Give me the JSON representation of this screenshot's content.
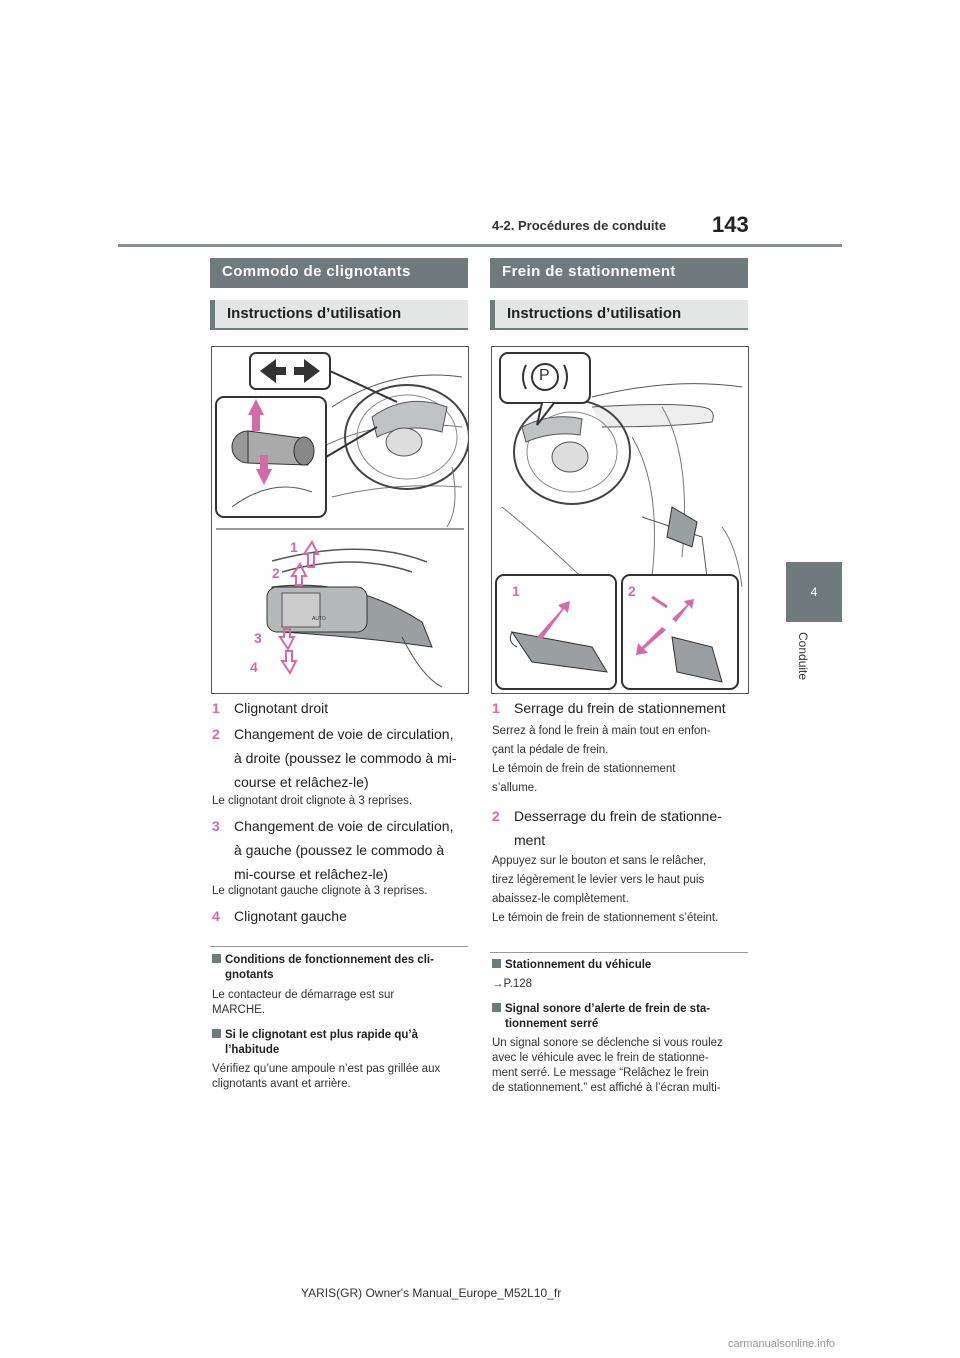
{
  "header": {
    "section": "4-2. Procédures de conduite",
    "page_number": "143"
  },
  "side_tab": {
    "number": "4",
    "label": "Conduite"
  },
  "left": {
    "title": "Commodo de clignotants",
    "subtitle": "Instructions d’utilisation",
    "figure_labels": [
      "1",
      "2",
      "3",
      "4"
    ],
    "steps": [
      {
        "num": "1",
        "lines": [
          "Clignotant droit"
        ]
      },
      {
        "num": "2",
        "lines": [
          "Changement de voie de circulation,",
          "à droite (poussez le commodo à mi-",
          "course et relâchez-le)"
        ]
      },
      {
        "num": "3",
        "lines": [
          "Changement de voie de circulation,",
          "à gauche (poussez le commodo à",
          "mi-course et relâchez-le)"
        ]
      },
      {
        "num": "4",
        "lines": [
          "Clignotant gauche"
        ]
      }
    ],
    "note_2": "Le clignotant droit clignote à 3 reprises.",
    "note_3": "Le clignotant gauche clignote à 3 reprises.",
    "conditions": [
      {
        "title": [
          "Conditions de fonctionnement des cli-",
          "gnotants"
        ],
        "body": [
          "Le contacteur de démarrage est sur",
          "MARCHE."
        ]
      },
      {
        "title": [
          "Si le clignotant est plus rapide qu’à",
          "l’habitude"
        ],
        "body": [
          "Vérifiez qu’une ampoule n’est pas grillée aux",
          "clignotants avant et arrière."
        ]
      }
    ]
  },
  "right": {
    "title": "Frein de stationnement",
    "subtitle": "Instructions d’utilisation",
    "figure_labels": [
      "1",
      "2"
    ],
    "figure_symbol": "P",
    "step1": {
      "num": "1",
      "text": "Serrage du frein de stationnement"
    },
    "step1_notes": [
      "Serrez à fond le frein à main tout en enfon-",
      "çant la pédale de frein.",
      "Le témoin de frein de stationnement",
      "s’allume."
    ],
    "step2": {
      "num": "2",
      "lines": [
        "Desserrage du frein de stationne-",
        "ment"
      ]
    },
    "step2_notes": [
      "Appuyez sur le bouton et sans le relâcher,",
      "tirez légèrement le levier vers le haut puis",
      "abaissez-le complètement.",
      "Le témoin de frein de stationnement s’éteint."
    ],
    "conditions": [
      {
        "title": [
          "Stationnement du véhicule"
        ],
        "body": [
          "→P.128"
        ]
      },
      {
        "title": [
          "Signal sonore d’alerte de frein de sta-",
          "tionnement serré"
        ],
        "body": [
          "Un signal sonore se déclenche si vous roulez",
          "avec le véhicule avec le frein de stationne-",
          "ment serré. Le message “Relâchez le frein",
          "de stationnement.” est affiché à l’écran multi-"
        ]
      }
    ]
  },
  "footer": "YARIS(GR) Owner's Manual_Europe_M52L10_fr",
  "watermark": "carmanualsonline.info",
  "colors": {
    "accent": "#d66aa5",
    "header_bar": "#6e7a7c"
  }
}
